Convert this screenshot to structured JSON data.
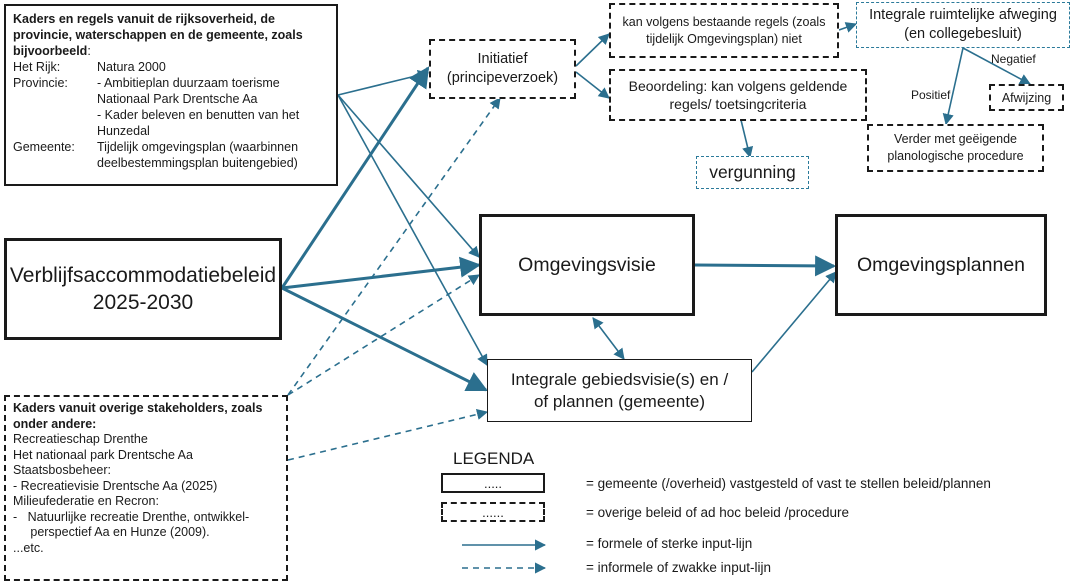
{
  "top_left_box": {
    "heading": "Kaders  en regels vanuit de rijksoverheid, de provincie, waterschappen en de gemeente, zoals bijvoorbeeld",
    "heading_suffix": ":",
    "rows": [
      {
        "key": "Het Rijk:",
        "value": "Natura 2000"
      },
      {
        "key": "Provincie:",
        "value": "- Ambitieplan duurzaam toerisme Nationaal Park Drentsche Aa"
      },
      {
        "key": "",
        "value": "- Kader beleven en benutten van het Hunzedal"
      },
      {
        "key": "Gemeente:",
        "value": "Tijdelijk omgevingsplan (waarbinnen deelbestemmingsplan buitengebied)"
      }
    ]
  },
  "bottom_left_box": {
    "heading": "Kaders vanuit overige stakeholders, zoals onder andere:",
    "lines": [
      "Recreatieschap Drenthe",
      "Het nationaal park Drentsche Aa",
      "Staatsbosbeheer:",
      "- Recreatievisie Drentsche Aa (2025)",
      "Milieufederatie en Recron:",
      "-   Natuurlijke recreatie Drenthe, ontwikkel-",
      "     perspectief Aa en Hunze (2009).",
      "...etc."
    ]
  },
  "main_box": {
    "line1": "Verblijfsaccommodatiebeleid",
    "line2": "2025-2030"
  },
  "initiatief": {
    "line1": "Initiatief",
    "line2": "(principeverzoek)"
  },
  "kan_niet": {
    "line1": "kan volgens bestaande regels (zoals",
    "line2": "tijdelijk Omgevingsplan) niet"
  },
  "beoordeling": {
    "line1": "Beoordeling: kan volgens geldende",
    "line2": "regels/ toetsingcriteria"
  },
  "vergunning": "vergunning",
  "integrale_afweging": {
    "line1": "Integrale ruimtelijke afweging",
    "line2": "(en collegebesluit)"
  },
  "negatief_label": "Negatief",
  "positief_label": "Positief",
  "afwijzing": "Afwijzing",
  "verder": {
    "line1": "Verder met geëigende",
    "line2": "planologische procedure"
  },
  "omgevingsvisie": "Omgevingsvisie",
  "omgevingsplannen": "Omgevingsplannen",
  "gebiedsvisie": {
    "line1": "Integrale gebiedsvisie(s) en /",
    "line2": "of plannen (gemeente)"
  },
  "legend": {
    "title": "LEGENDA",
    "solid_sample": ".....",
    "dashed_sample": "......",
    "solid_desc": "= gemeente (/overheid) vastgesteld of vast te stellen beleid/plannen",
    "dashed_desc": "= overige beleid of ad hoc beleid /procedure",
    "strong_desc": "= formele of sterke input-lijn",
    "weak_desc": "= informele of zwakke input-lijn"
  },
  "colors": {
    "arrow": "#2b6f8e",
    "border": "#1a1a1a"
  }
}
